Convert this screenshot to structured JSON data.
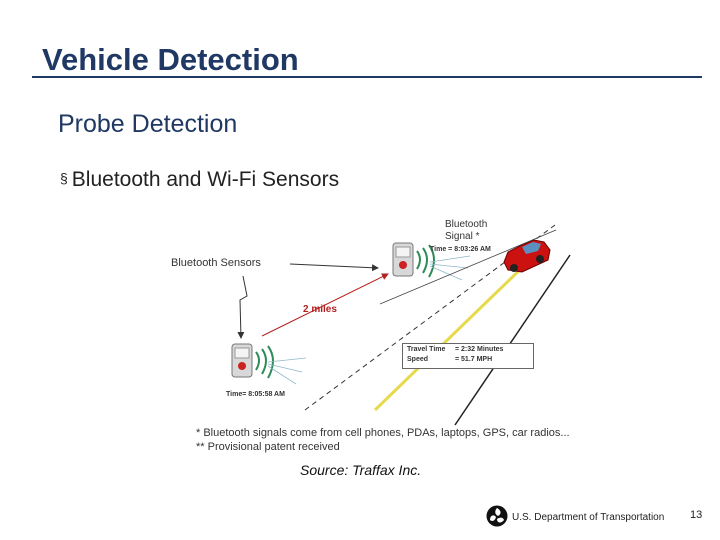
{
  "slide": {
    "title": "Vehicle Detection",
    "subtitle": "Probe Detection",
    "bullet_marker": "§",
    "bullet": "Bluetooth and Wi-Fi Sensors",
    "source": "Source: Traffax Inc.",
    "page_number": "13"
  },
  "diagram": {
    "sensors_label": "Bluetooth Sensors",
    "signal_label_line1": "Bluetooth",
    "signal_label_line2": "Signal *",
    "time_top": "Time = 8:03:26 AM",
    "time_bottom": "Time= 8:05:58 AM",
    "distance": "2 miles",
    "travel_time_label": "Travel Time",
    "travel_time_value": "= 2:32 Minutes",
    "speed_label": "Speed",
    "speed_value": "= 51.7 MPH",
    "note1": "* Bluetooth signals come from cell phones, PDAs, laptops, GPS, car radios...",
    "note2": "** Provisional patent received",
    "colors": {
      "car": "#cc1111",
      "distance_arrow": "#b22222",
      "road_center": "#e6d94a"
    }
  },
  "footer": {
    "department": "U.S. Department of Transportation",
    "logo_icon": "dot-triskelion-icon"
  }
}
